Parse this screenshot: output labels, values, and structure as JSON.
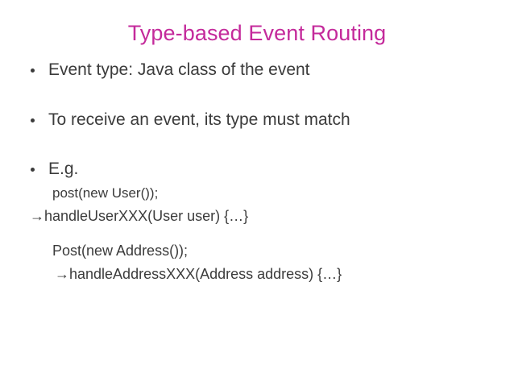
{
  "slide": {
    "title": "Type-based Event Routing",
    "title_color": "#c42a9b",
    "body_color": "#3b3b3b",
    "background_color": "#ffffff",
    "bullets": [
      {
        "text": "Event type: Java class of the event"
      },
      {
        "text": "To receive an event, its type must match"
      },
      {
        "text": "E.g."
      }
    ],
    "code_block_1": [
      {
        "text": "post(new User());"
      },
      {
        "text": "→handleUserXXX(User user) {…}"
      }
    ],
    "code_block_2": [
      {
        "text": "Post(new Address());"
      },
      {
        "text": "→handleAddressXXX(Address address) {…}"
      }
    ]
  }
}
